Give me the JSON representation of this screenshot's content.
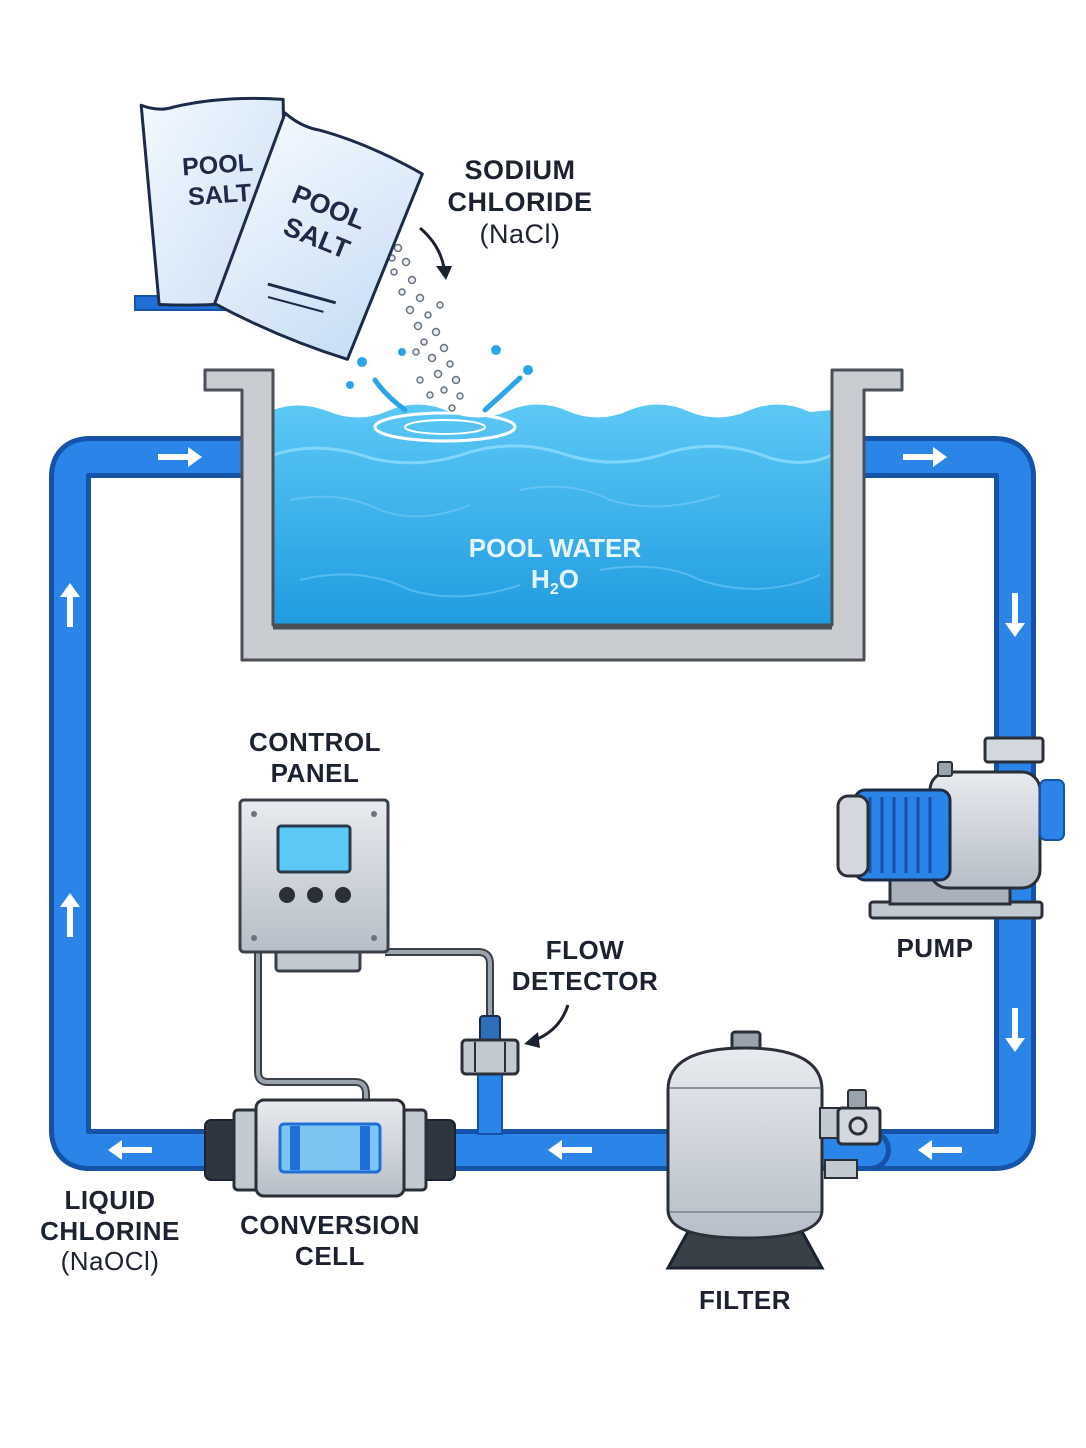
{
  "labels": {
    "sodium_chloride": [
      "SODIUM",
      "CHLORIDE",
      "(NaCl)"
    ],
    "pool_water": "POOL WATER",
    "pool_water_formula": {
      "h": "H",
      "sub": "2",
      "o": "O"
    },
    "control_panel": [
      "CONTROL",
      "PANEL"
    ],
    "flow_detector": [
      "FLOW",
      "DETECTOR"
    ],
    "pump": "PUMP",
    "filter": "FILTER",
    "conversion_cell": [
      "CONVERSION",
      "CELL"
    ],
    "liquid_chlorine": [
      "LIQUID",
      "CHLORINE",
      "(NaOCl)"
    ]
  },
  "bags": [
    {
      "line1": "POOL",
      "line2": "SALT"
    },
    {
      "line1": "POOL",
      "line2": "SALT"
    }
  ],
  "colors": {
    "pipe": "#1f6fd6",
    "pipe_dark": "#1552a8",
    "water": "#35b3ee",
    "concrete": "#c9ccd1",
    "bag": "#dcecfb"
  },
  "icons": {
    "flow_arrows": "arrow-icon",
    "pointer_arrows": "curved-arrow-icon"
  }
}
